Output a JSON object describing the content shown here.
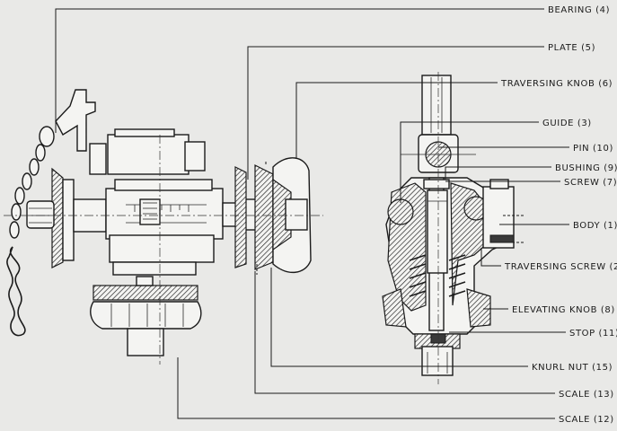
{
  "callouts": [
    {
      "id": "bearing",
      "label": "BEARING (4)"
    },
    {
      "id": "plate",
      "label": "PLATE (5)"
    },
    {
      "id": "traversing-knob",
      "label": "TRAVERSING  KNOB (6)"
    },
    {
      "id": "guide",
      "label": "GUIDE (3)"
    },
    {
      "id": "pin",
      "label": "PIN (10)"
    },
    {
      "id": "bushing",
      "label": "BUSHING (9)"
    },
    {
      "id": "screw",
      "label": "SCREW (7)"
    },
    {
      "id": "body",
      "label": "BODY (1)"
    },
    {
      "id": "traversing-screw",
      "label": "TRAVERSING SCREW (2)"
    },
    {
      "id": "elevating-knob",
      "label": "ELEVATING KNOB (8)"
    },
    {
      "id": "stop",
      "label": "STOP (11)"
    },
    {
      "id": "knurl-nut",
      "label": "KNURL  NUT (15)"
    },
    {
      "id": "scale-13",
      "label": "SCALE (13)"
    },
    {
      "id": "scale-12",
      "label": "SCALE (12)"
    }
  ]
}
